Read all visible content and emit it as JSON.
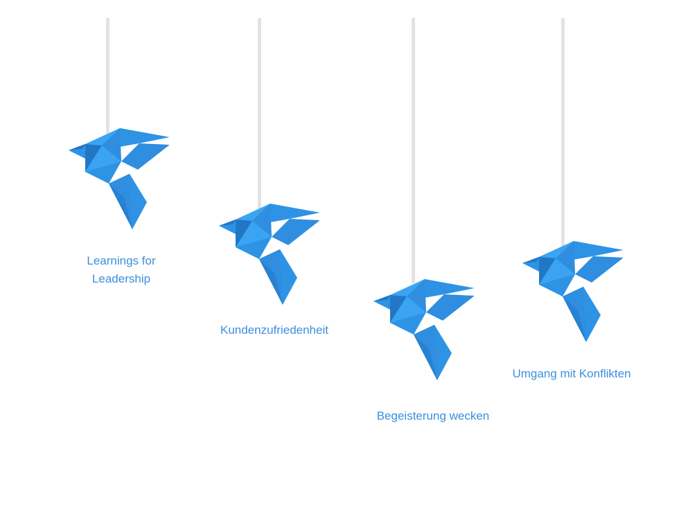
{
  "colors": {
    "bird_light": "#3aa4f3",
    "bird_mid": "#2e93e5",
    "bird_dark": "#2277c5",
    "label": "#3a8fdc",
    "string": "#e3e3e3"
  },
  "items": [
    {
      "label_line1": "Learnings for",
      "label_line2": "Leadership",
      "icon": "origami-bird-icon"
    },
    {
      "label_line1": "Kundenzufriedenheit",
      "icon": "origami-bird-icon"
    },
    {
      "label_line1": "Begeisterung wecken",
      "icon": "origami-bird-icon"
    },
    {
      "label_line1": "Umgang mit Konflikten",
      "icon": "origami-bird-icon"
    }
  ]
}
